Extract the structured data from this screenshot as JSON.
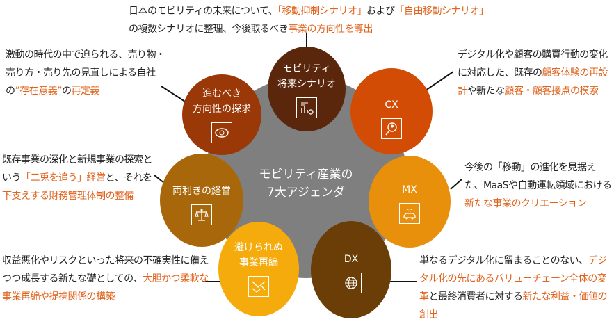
{
  "center_title": [
    "モビリティ産業の",
    "7大アジェンダ"
  ],
  "nodes": [
    {
      "id": "scenario",
      "lines": [
        "モビリティ",
        "将来シナリオ"
      ],
      "color": "#5a260c",
      "icon": "chart-search-icon"
    },
    {
      "id": "direction",
      "lines": [
        "進むべき",
        "方向性の探求"
      ],
      "color": "#9a3808",
      "icon": "eye-icon"
    },
    {
      "id": "cx",
      "lines": [
        "CX"
      ],
      "color": "#d24c05",
      "icon": "customer-search-icon"
    },
    {
      "id": "ambidexterity",
      "lines": [
        "両利きの経営"
      ],
      "color": "#a8670a",
      "icon": "scales-icon"
    },
    {
      "id": "mx",
      "lines": [
        "MX"
      ],
      "color": "#e88f0c",
      "icon": "connected-car-icon"
    },
    {
      "id": "restructuring",
      "lines": [
        "避けられぬ",
        "事業再編"
      ],
      "color": "#f5ab0b",
      "icon": "handshake-icon"
    },
    {
      "id": "dx",
      "lines": [
        "DX"
      ],
      "color": "#6b3d07",
      "icon": "globe-icon"
    }
  ],
  "descriptions": {
    "scenario": [
      [
        "日本のモビリティの未来について、",
        0
      ],
      [
        "「移動抑制シナリオ」",
        1
      ],
      [
        "および",
        0
      ],
      [
        "「自由移動シナリオ」",
        1
      ],
      [
        "の複数シナリオに整理、今後取るべき",
        0
      ],
      [
        "事業の方向性を導出",
        1
      ]
    ],
    "direction": [
      [
        "激動の時代の中で迫られる、売り物・売り方・売り先の見直しによる自社の",
        0
      ],
      [
        "”存在意義”",
        1
      ],
      [
        "の",
        0
      ],
      [
        "再定義",
        1
      ]
    ],
    "cx": [
      [
        "デジタル化や顧客の購買行動の変化に対応した、既存の",
        0
      ],
      [
        "顧客体験の再設計",
        1
      ],
      [
        "や新たな",
        0
      ],
      [
        "顧客・顧客接点の模索",
        1
      ]
    ],
    "ambidexterity": [
      [
        "既存事業の深化と新規事業の探索という",
        0
      ],
      [
        "「二兎を追う」経営",
        1
      ],
      [
        "と、それを",
        0
      ],
      [
        "下支えする財務管理体制の整備",
        1
      ]
    ],
    "mx": [
      [
        "今後の「移動」の進化を見据えた、MaaSや自動運転領域における",
        0
      ],
      [
        "新たな事業のクリエーション",
        1
      ]
    ],
    "restructuring": [
      [
        "収益悪化やリスクといった将来の不確実性に備えつつ成長する新たな礎としての、",
        0
      ],
      [
        "大胆かつ柔軟な事業再編や提携関係の構築",
        1
      ]
    ],
    "dx": [
      [
        "単なるデジタル化に留まることのない、",
        0
      ],
      [
        "デジタル化の先にあるバリューチェーン全体の変革",
        1
      ],
      [
        "と最終消費者に対する",
        0
      ],
      [
        "新たな利益・価値の創出",
        1
      ]
    ]
  }
}
